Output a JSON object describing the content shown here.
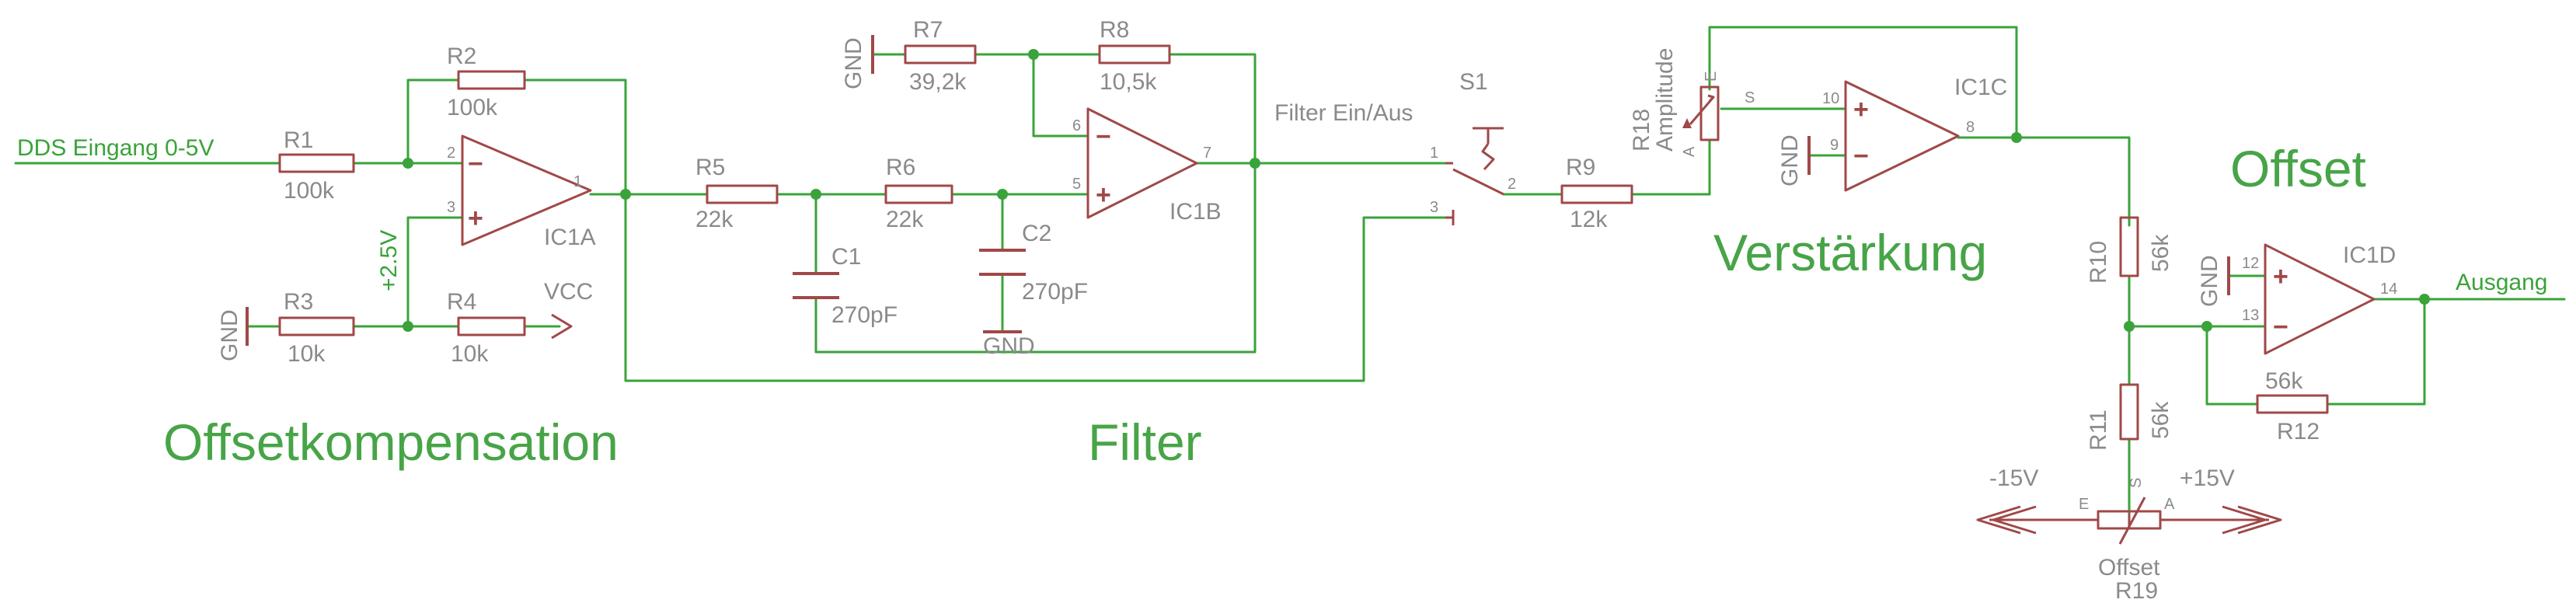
{
  "colors": {
    "wire": "#3aa33a",
    "part": "#a04848",
    "label": "#8a8a8a",
    "section": "#47a447"
  },
  "sections": {
    "offsetkomp": "Offsetkompensation",
    "filter": "Filter",
    "verstaerkung": "Verstärkung",
    "offset": "Offset"
  },
  "nets": {
    "input": "DDS Eingang 0-5V",
    "ref": "+2.5V",
    "vcc": "VCC",
    "output": "Ausgang",
    "neg": "-15V",
    "pos": "+15V",
    "gnd": "GND"
  },
  "resistors": {
    "r1": {
      "name": "R1",
      "value": "100k"
    },
    "r2": {
      "name": "R2",
      "value": "100k"
    },
    "r3": {
      "name": "R3",
      "value": "10k"
    },
    "r4": {
      "name": "R4",
      "value": "10k"
    },
    "r5": {
      "name": "R5",
      "value": "22k"
    },
    "r6": {
      "name": "R6",
      "value": "22k"
    },
    "r7": {
      "name": "R7",
      "value": "39,2k"
    },
    "r8": {
      "name": "R8",
      "value": "10,5k"
    },
    "r9": {
      "name": "R9",
      "value": "12k"
    },
    "r10": {
      "name": "R10",
      "value": "56k"
    },
    "r11": {
      "name": "R11",
      "value": "56k"
    },
    "r12": {
      "name": "R12",
      "value": "56k"
    }
  },
  "capacitors": {
    "c1": {
      "name": "C1",
      "value": "270pF"
    },
    "c2": {
      "name": "C2",
      "value": "270pF"
    }
  },
  "opamps": {
    "ic1a": {
      "name": "IC1A",
      "inv_pin": "2",
      "noninv_pin": "3",
      "out_pin": "1"
    },
    "ic1b": {
      "name": "IC1B",
      "inv_pin": "6",
      "noninv_pin": "5",
      "out_pin": "7"
    },
    "ic1c": {
      "name": "IC1C",
      "noninv_pin": "10",
      "inv_pin": "9",
      "out_pin": "8"
    },
    "ic1d": {
      "name": "IC1D",
      "noninv_pin": "12",
      "inv_pin": "13",
      "out_pin": "14"
    }
  },
  "switch": {
    "name": "S1",
    "label": "Filter Ein/Aus",
    "pin1": "1",
    "pin2": "2",
    "pin3": "3"
  },
  "pots": {
    "r18": {
      "name": "R18",
      "value": "Amplitude",
      "pin_e": "E",
      "pin_s": "S",
      "pin_a": "A"
    },
    "r19": {
      "name": "R19",
      "value": "Offset",
      "pin_e": "E",
      "pin_s": "S",
      "pin_a": "A"
    }
  },
  "signs": {
    "plus": "+",
    "minus": "−"
  }
}
